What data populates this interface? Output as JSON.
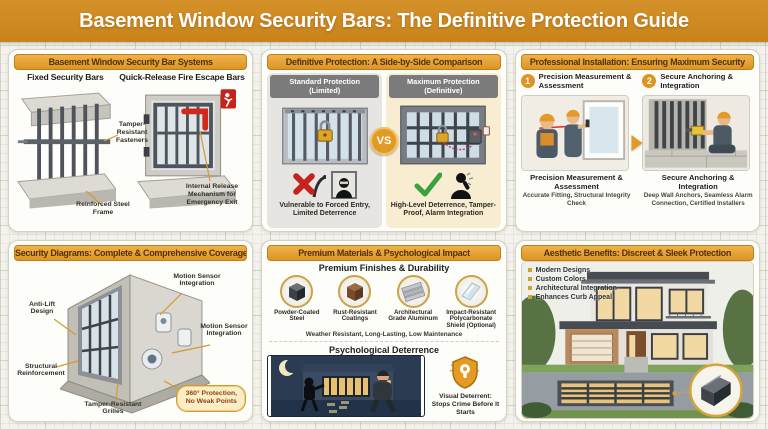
{
  "colors": {
    "header_bg": "#CE8A1F",
    "panel_title_bg": "#DD9424",
    "panel_title_text": "#53320A",
    "accent_orange": "#E09B27",
    "leader_line": "#D69A2D",
    "negative_red": "#C4231D",
    "positive_green": "#3AA13F",
    "night_bg": "#2B3B51",
    "badge_bg": "#FBEEC6"
  },
  "header": {
    "title": "Basement Window Security Bars: The Definitive Protection Guide"
  },
  "panels": {
    "systems": {
      "title": "Basement Window Security Bar Systems",
      "left_heading": "Fixed Security Bars",
      "right_heading": "Quick-Release Fire Escape Bars",
      "labels": {
        "tamper": "Tamper-Resistant Fasteners",
        "frame": "Reinforced Steel Frame",
        "release": "Internal Release Mechanism for Emergency Exit"
      }
    },
    "comparison": {
      "title": "Definitive Protection: A Side-by-Side Comparison",
      "vs": "VS",
      "standard": {
        "heading": "Standard Protection (Limited)",
        "caption": "Vulnerable to Forced Entry, Limited Deterrence"
      },
      "maximum": {
        "heading": "Maximum Protection (Definitive)",
        "caption": "High-Level Deterrence, Tamper-Proof, Alarm Integration"
      }
    },
    "installation": {
      "title": "Professional Installation: Ensuring Maximum Security",
      "steps": [
        {
          "num": "1",
          "heading": "Precision Measurement & Assessment",
          "sub": "Accurate Fitting, Structural Integrity Check"
        },
        {
          "num": "2",
          "heading": "Secure Anchoring & Integration",
          "sub": "Deep Wall Anchors, Seamless Alarm Connection, Certified Installers"
        }
      ]
    },
    "diagrams": {
      "title": "Security Diagrams: Complete & Comprehensive Coverage",
      "labels": {
        "anti_lift": "Anti-Lift Design",
        "motion1": "Motion Sensor Integration",
        "motion2": "Motion Sensor Integration",
        "structural": "Structural Reinforcement",
        "tamper_grilles": "Tamper-Resistant Grilles",
        "badge": "360° Protection, No Weak Points"
      }
    },
    "materials": {
      "title": "Premium Materials & Psychological Impact",
      "finishes_heading": "Premium Finishes & Durability",
      "items": [
        "Powder-Coated Steel",
        "Rust-Resistant Coatings",
        "Architectural Grade Aluminum",
        "Impact-Resistant Polycarbonate Shield (Optional)"
      ],
      "weather_note": "Weather Resistant, Long-Lasting, Low Maintenance",
      "psych_heading": "Psychological Deterrence",
      "deterrent_caption": "Visual Deterrent: Stops Crime Before It Starts"
    },
    "aesthetics": {
      "title": "Aesthetic Benefits: Discreet & Sleek Protection",
      "bullets": [
        "Modern Designs",
        "Custom Colors",
        "Architectural Integration",
        "Enhances Curb Appeal"
      ]
    }
  }
}
